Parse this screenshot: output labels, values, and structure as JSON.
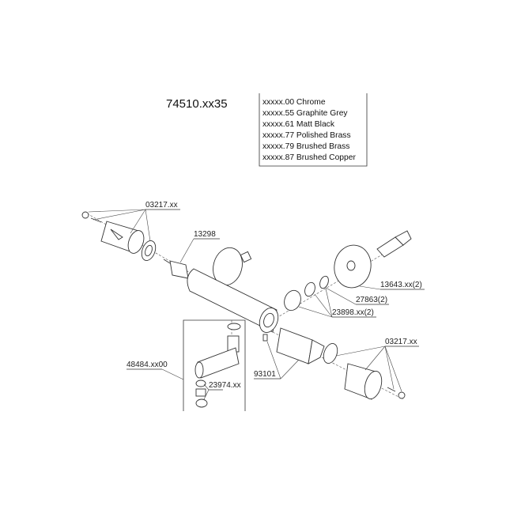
{
  "title": "74510.xx35",
  "finishes": [
    "xxxxx.00 Chrome",
    "xxxxx.55 Graphite Grey",
    "xxxxx.61 Matt Black",
    "xxxxx.77 Polished Brass",
    "xxxxx.79 Brushed Brass",
    "xxxxx.87 Brushed Copper"
  ],
  "parts": {
    "handle_left": "03217.xx",
    "cartridge_left": "13298",
    "escutcheon": "13643.xx(2)",
    "filter": "27863(2)",
    "nut": "23898.xx(2)",
    "handle_right": "03217.xx",
    "cartridge_right": "93101",
    "spout": "48484.xx00",
    "aerator": "23974.xx"
  }
}
